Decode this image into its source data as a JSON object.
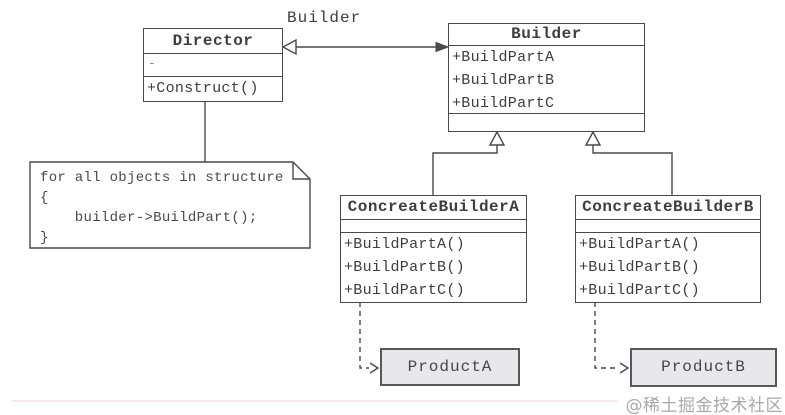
{
  "diagram": {
    "association_label": "Builder",
    "classes": {
      "director": {
        "title": "Director",
        "attribute_placeholder": "-",
        "methods": [
          "+Construct()"
        ]
      },
      "builder": {
        "title": "Builder",
        "methods": [
          "+BuildPartA",
          "+BuildPartB",
          "+BuildPartC"
        ]
      },
      "concrete_builder_a": {
        "title": "ConcreateBuilderA",
        "methods": [
          "+BuildPartA()",
          "+BuildPartB()",
          "+BuildPartC()"
        ]
      },
      "concrete_builder_b": {
        "title": "ConcreateBuilderB",
        "methods": [
          "+BuildPartA()",
          "+BuildPartB()",
          "+BuildPartC()"
        ]
      },
      "product_a": {
        "title": "ProductA"
      },
      "product_b": {
        "title": "ProductB"
      }
    },
    "note": {
      "lines": [
        "for all objects in structure",
        "{",
        "    builder->BuildPart();",
        "}"
      ]
    },
    "watermark": "@稀土掘金技术社区",
    "colors": {
      "line": "#4a4a4a",
      "text": "#3e3e3e",
      "product_fill": "#e8e8ec",
      "watermark": "#a8a8a8",
      "footer_rule": "#f5e8e8"
    }
  }
}
